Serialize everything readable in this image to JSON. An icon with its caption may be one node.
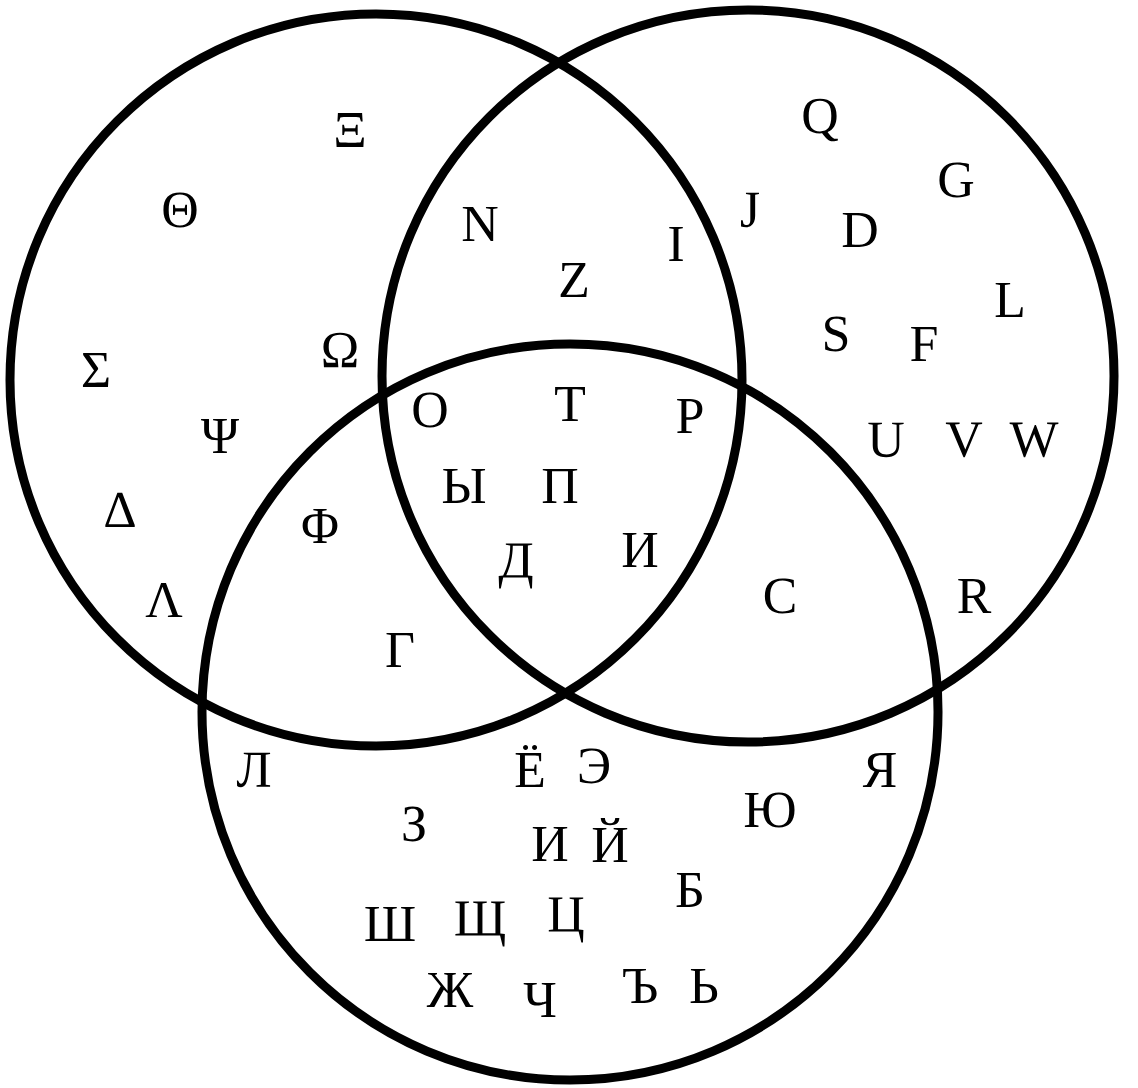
{
  "diagram": {
    "nodes": [
      {
        "text": [],
        "shape": "circle"
      },
      {
        "text": [],
        "shape": "circle"
      },
      {
        "text": [],
        "shape": "circle"
      }
    ],
    "labels": [
      "Q",
      "Ξ",
      "G",
      "Θ",
      "J",
      "N",
      "D",
      "I",
      "Z",
      "L",
      "S",
      "F",
      "Ω",
      "Σ",
      "T",
      "O",
      "P",
      "Ψ",
      "U",
      "V",
      "W",
      "Ы",
      "П",
      "Δ",
      "Φ",
      "И",
      "Д",
      "R",
      "C",
      "Λ",
      "Γ",
      "Л",
      "Ё",
      "Э",
      "Я",
      "Ю",
      "З",
      "И",
      "Й",
      "Б",
      "Ш",
      "Щ",
      "Ц",
      "Ъ",
      "Ь",
      "Ж",
      "Ч"
    ]
  }
}
